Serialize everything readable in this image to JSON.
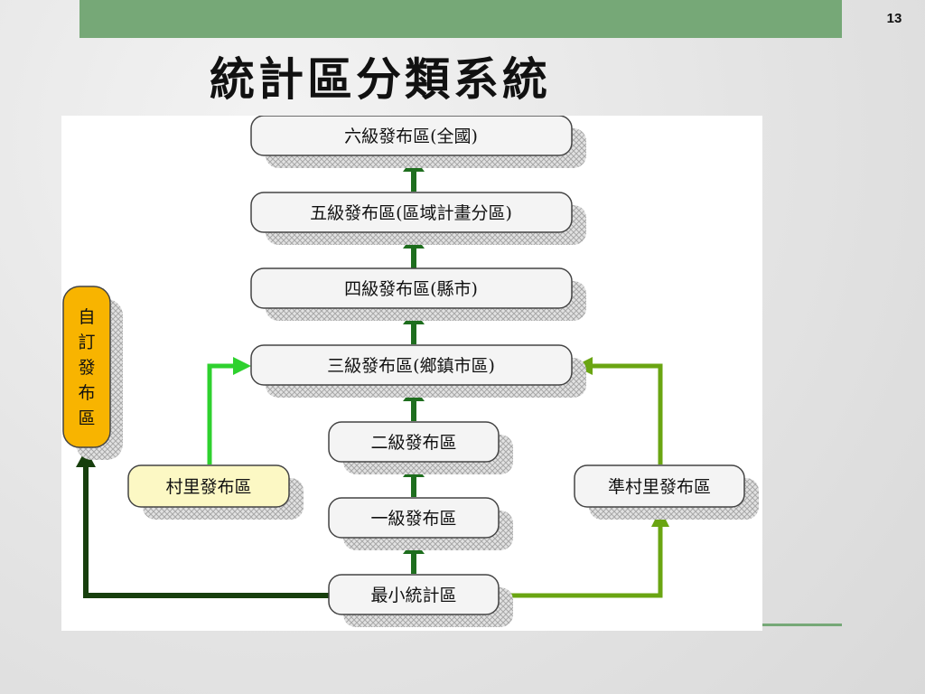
{
  "slide": {
    "page_number": "13",
    "title": "統計區分類系統"
  },
  "diagram": {
    "nodes": {
      "level6": "六級發布區(全國)",
      "level5": "五級發布區(區域計畫分區)",
      "level4": "四級發布區(縣市)",
      "level3": "三級發布區(鄉鎮市區)",
      "level2": "二級發布區",
      "level1": "一級發布區",
      "basic": "最小統計區",
      "village": "村里發布區",
      "quasi_village": "準村里發布區",
      "custom": [
        "自",
        "訂",
        "發",
        "布",
        "區"
      ]
    },
    "colors": {
      "node_fill": "#f4f4f4",
      "village_fill": "#fcf8c4",
      "custom_fill": "#f8b400",
      "arrow_main": "#1e6e1e",
      "arrow_village": "#2ed12e",
      "arrow_quasi": "#6aa512",
      "arrow_custom": "#173f0d",
      "accent_bar": "#76a877"
    }
  }
}
